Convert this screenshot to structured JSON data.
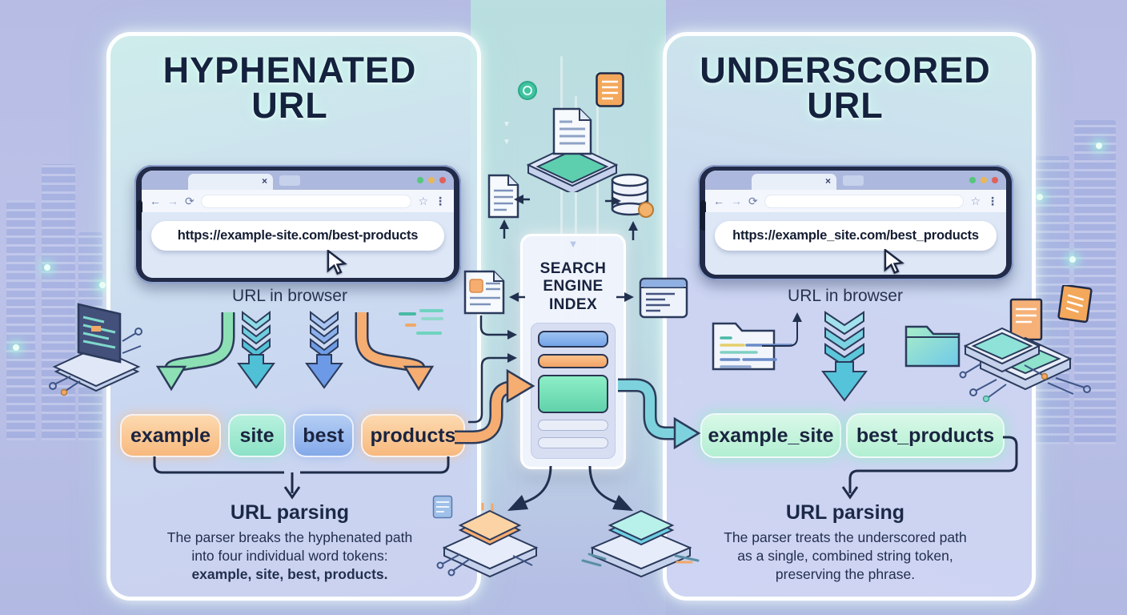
{
  "left": {
    "title1": "HYPHENATED",
    "title2": "URL",
    "browser_url": "https://example-site.com/best-products",
    "browser_label": "URL in browser",
    "tokens": [
      "example",
      "site",
      "best",
      "products"
    ],
    "parsing_heading": "URL parsing",
    "parsing_line1": "The parser breaks the hyphenated path",
    "parsing_line2": "into four individual word tokens:",
    "parsing_line3": "example, site, best, products."
  },
  "right": {
    "title1": "UNDERSCORED",
    "title2": "URL",
    "browser_url": "https://example_site.com/best_products",
    "browser_label": "URL in browser",
    "tokens": [
      "example_site",
      "best_products"
    ],
    "parsing_heading": "URL parsing",
    "parsing_line1": "The parser treats the underscored path",
    "parsing_line2": "as a single, combined string token,",
    "parsing_line3": "preserving the phrase."
  },
  "center": {
    "index_line1": "SEARCH",
    "index_line2": "ENGINE",
    "index_line3": "INDEX"
  },
  "glyphs": {
    "close": "×",
    "back": "←",
    "forward": "→",
    "reload": "⟳",
    "star": "☆",
    "menu": "⋮",
    "chevron_down": "▼"
  },
  "colors": {
    "background": "#b6bce4",
    "navy_text": "#17233f",
    "token_orange": "#f8b97e",
    "token_mint": "#8ce2c6",
    "token_blue": "#84a9e9",
    "token_green": "#b2efd2",
    "arrow_green": "#8ce0b4",
    "arrow_teal": "#55c3da",
    "arrow_blue": "#6d9ae6",
    "arrow_orange": "#f5ad72",
    "index_bar_blue": "#74a3e8",
    "index_bar_orange": "#f3a468",
    "index_bar_green": "#61d2ab"
  }
}
